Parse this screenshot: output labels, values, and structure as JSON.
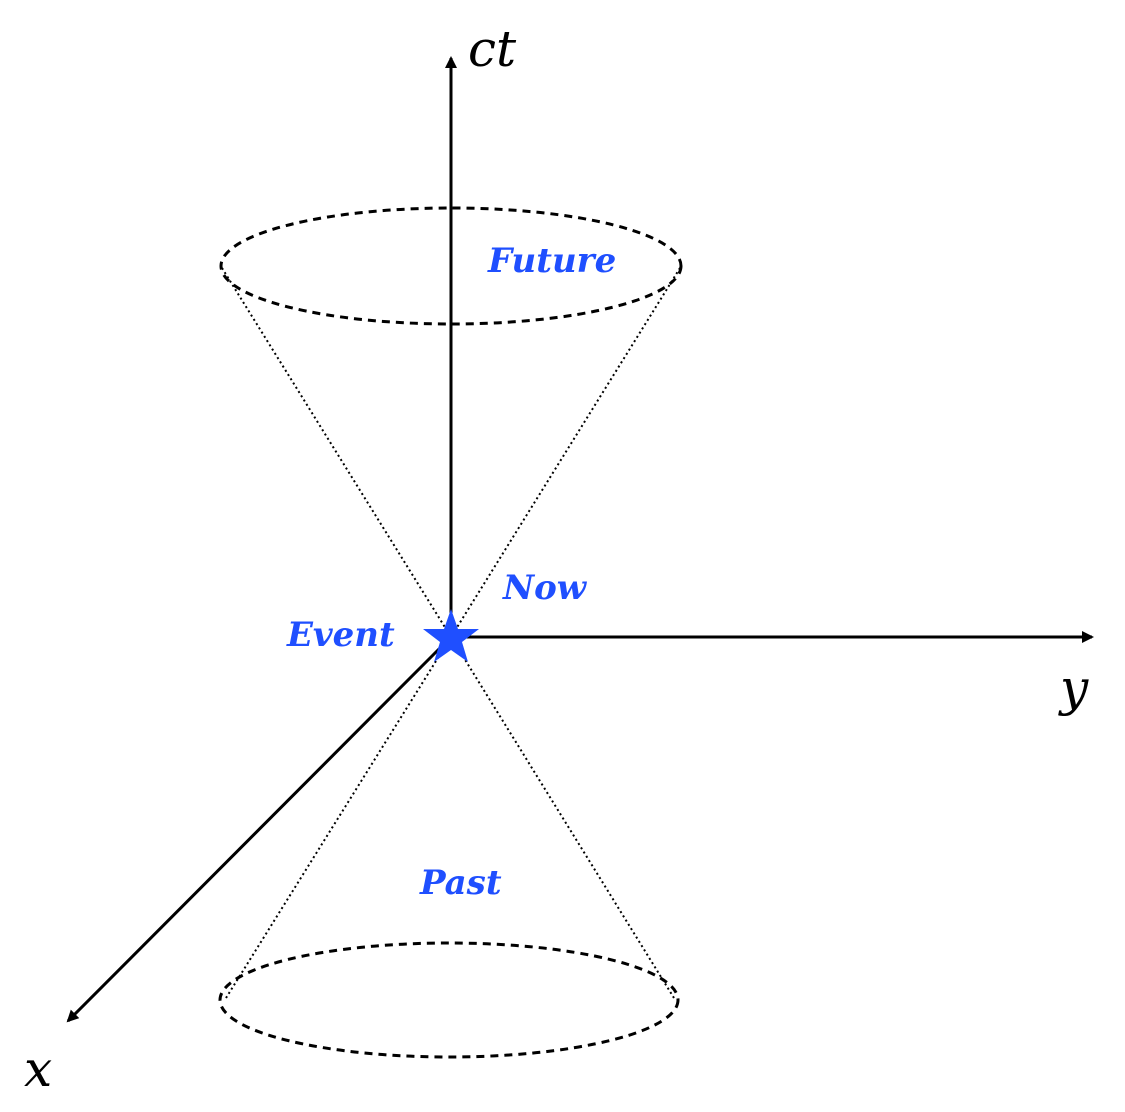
{
  "axes": {
    "time_label": "ct",
    "y_label": "y",
    "x_label": "x"
  },
  "regions": {
    "future": "Future",
    "now": "Now",
    "event": "Event",
    "past": "Past"
  },
  "colors": {
    "label_color": "#1f4fff",
    "star_color": "#1f4fff",
    "line_color": "#000000"
  },
  "icons": {
    "event_marker": "star-icon"
  }
}
